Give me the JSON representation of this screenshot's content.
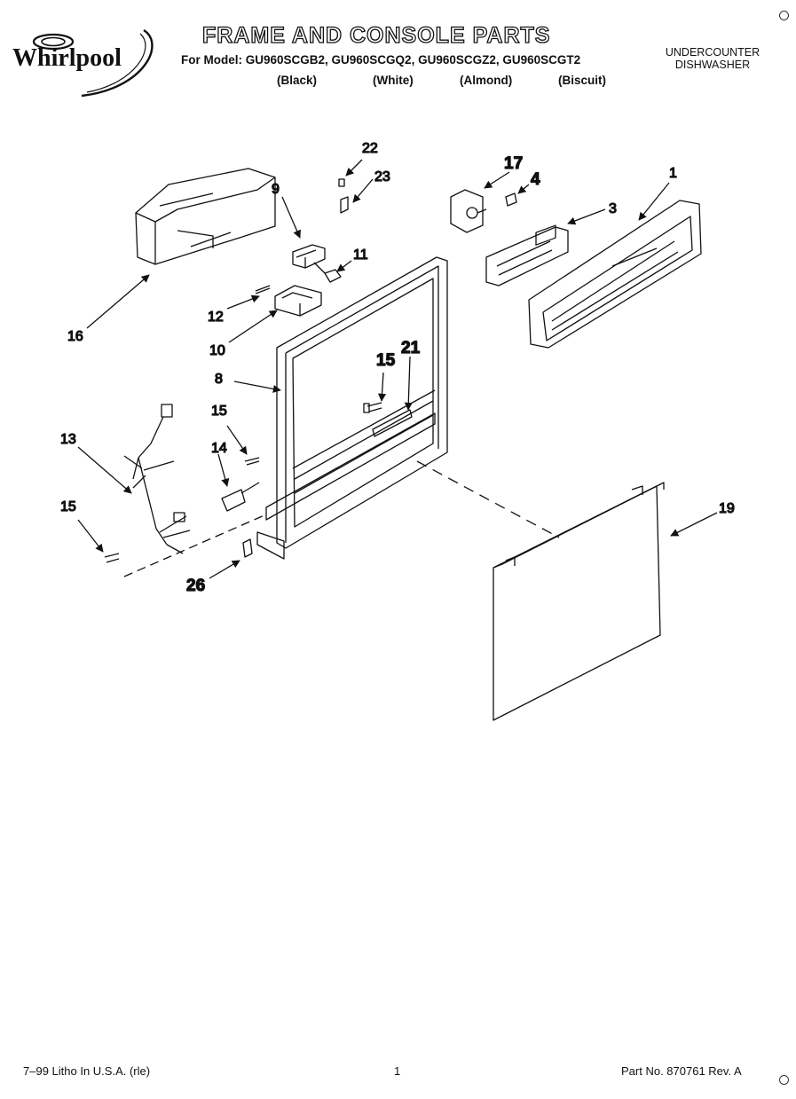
{
  "header": {
    "brand": "Whirlpool",
    "title": "FRAME AND CONSOLE PARTS",
    "model_line": "For Model: GU960SCGB2, GU960SCGQ2, GU960SCGZ2, GU960SCGT2",
    "colors": [
      "(Black)",
      "(White)",
      "(Almond)",
      "(Biscuit)"
    ],
    "appliance_line1": "UNDERCOUNTER",
    "appliance_line2": "DISHWASHER"
  },
  "callouts": [
    {
      "id": "c1",
      "label": "1"
    },
    {
      "id": "c3",
      "label": "3"
    },
    {
      "id": "c4",
      "label": "4"
    },
    {
      "id": "c17",
      "label": "17"
    },
    {
      "id": "c22",
      "label": "22"
    },
    {
      "id": "c23",
      "label": "23"
    },
    {
      "id": "c9",
      "label": "9"
    },
    {
      "id": "c11",
      "label": "11"
    },
    {
      "id": "c12",
      "label": "12"
    },
    {
      "id": "c10",
      "label": "10"
    },
    {
      "id": "c16",
      "label": "16"
    },
    {
      "id": "c8",
      "label": "8"
    },
    {
      "id": "c15a",
      "label": "15"
    },
    {
      "id": "c21",
      "label": "21"
    },
    {
      "id": "c15b",
      "label": "15"
    },
    {
      "id": "c13",
      "label": "13"
    },
    {
      "id": "c14",
      "label": "14"
    },
    {
      "id": "c15c",
      "label": "15"
    },
    {
      "id": "c26",
      "label": "26"
    },
    {
      "id": "c19",
      "label": "19"
    }
  ],
  "footer": {
    "left": "7–99 Litho In U.S.A. (rle)",
    "page": "1",
    "right": "Part No. 870761 Rev. A"
  }
}
